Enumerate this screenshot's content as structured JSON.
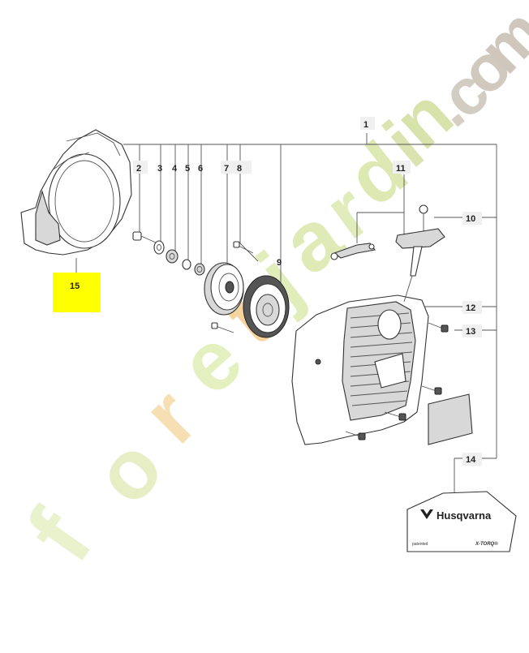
{
  "callouts": {
    "c1": "1",
    "c2": "2",
    "c3": "3",
    "c4": "4",
    "c5": "5",
    "c6": "6",
    "c7": "7",
    "c8": "8",
    "c9": "9",
    "c10": "10",
    "c11": "11",
    "c12": "12",
    "c13": "13",
    "c14": "14",
    "c15": "15"
  },
  "highlight_color": "#ffff00",
  "decal": {
    "brand": "Husqvarna",
    "left_text": "patented",
    "right_text": "X-TORQ®"
  },
  "watermark": {
    "text": "foretjardin.com",
    "colors": [
      "#f2c77c",
      "#d8e6a0",
      "#c9d98a",
      "#c0cf7c",
      "#b8b0a2"
    ]
  }
}
